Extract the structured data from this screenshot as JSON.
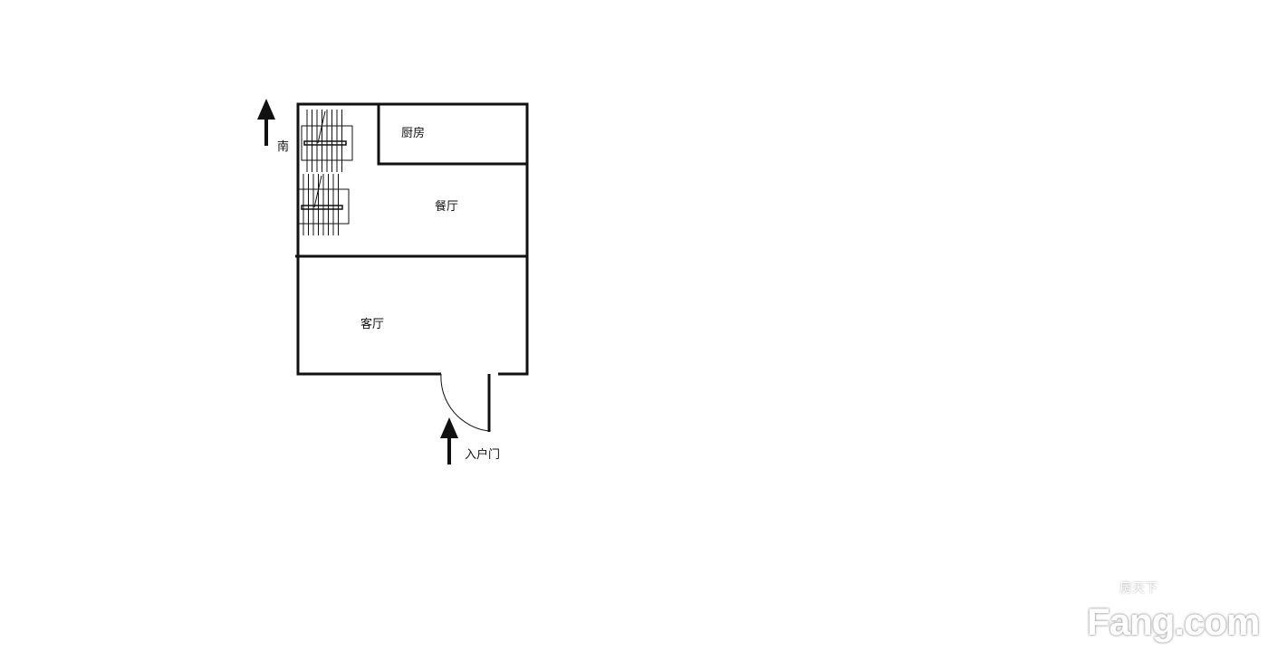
{
  "plan": {
    "north_label": "南",
    "rooms": {
      "kitchen": "厨房",
      "dining": "餐厅",
      "living": "客厅"
    },
    "entrance_label": "入户门"
  },
  "watermark": {
    "cn": "房天下",
    "en": "Fang.com"
  }
}
